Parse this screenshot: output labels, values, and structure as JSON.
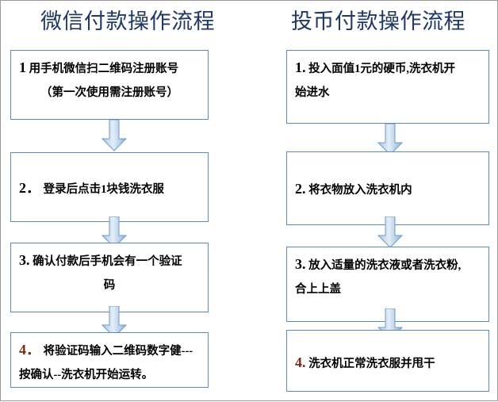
{
  "page": {
    "background_color": "#ffffff",
    "border_color": "#9a9a9a",
    "box_border_color": "#5b8bbd",
    "title_color": "#1f3864",
    "arrow_fill_light": "#dbe7f3",
    "arrow_fill_dark": "#94b6d7",
    "arrow_border_color": "#6f9bc6",
    "accent_text_color": "#7b2b18"
  },
  "columns": [
    {
      "title": "微信付款操作流程",
      "steps": [
        {
          "number": "1",
          "lines": [
            {
              "text": "用手机微信扫二维码注册账号",
              "align": "left"
            },
            {
              "text": "（第一次使用需注册账号）",
              "align": "center"
            }
          ]
        },
        {
          "number": "2．",
          "lines": [
            {
              "text": "登录后点击1块钱洗衣服",
              "align": "left"
            }
          ]
        },
        {
          "number": "3.",
          "lines": [
            {
              "text": "确认付款后手机会有一个验证",
              "align": "left"
            },
            {
              "text": "码",
              "align": "center"
            }
          ]
        },
        {
          "number": "4．",
          "lines": [
            {
              "text": "将验证码输入二维码数字健---",
              "align": "left"
            },
            {
              "text": "按确认--洗衣机开始运转。",
              "align": "left"
            }
          ]
        }
      ]
    },
    {
      "title": "投币付款操作流程",
      "steps": [
        {
          "number": "1.",
          "lines": [
            {
              "text": "投入面值1元的硬币,洗衣机开",
              "align": "left"
            },
            {
              "text": "始进水",
              "align": "left"
            }
          ]
        },
        {
          "number": "2.",
          "lines": [
            {
              "text": "将衣物放入洗衣机内",
              "align": "left"
            }
          ]
        },
        {
          "number": "3.",
          "lines": [
            {
              "text": "放入适量的洗衣液或者洗衣粉,",
              "align": "left"
            },
            {
              "text": "合上上盖",
              "align": "left"
            }
          ]
        },
        {
          "number": "4.",
          "lines": [
            {
              "text": "洗衣机正常洗衣服并甩干",
              "align": "left"
            }
          ]
        }
      ]
    }
  ],
  "arrows": {
    "icon": "arrow-down-icon",
    "count_per_column": 3
  }
}
